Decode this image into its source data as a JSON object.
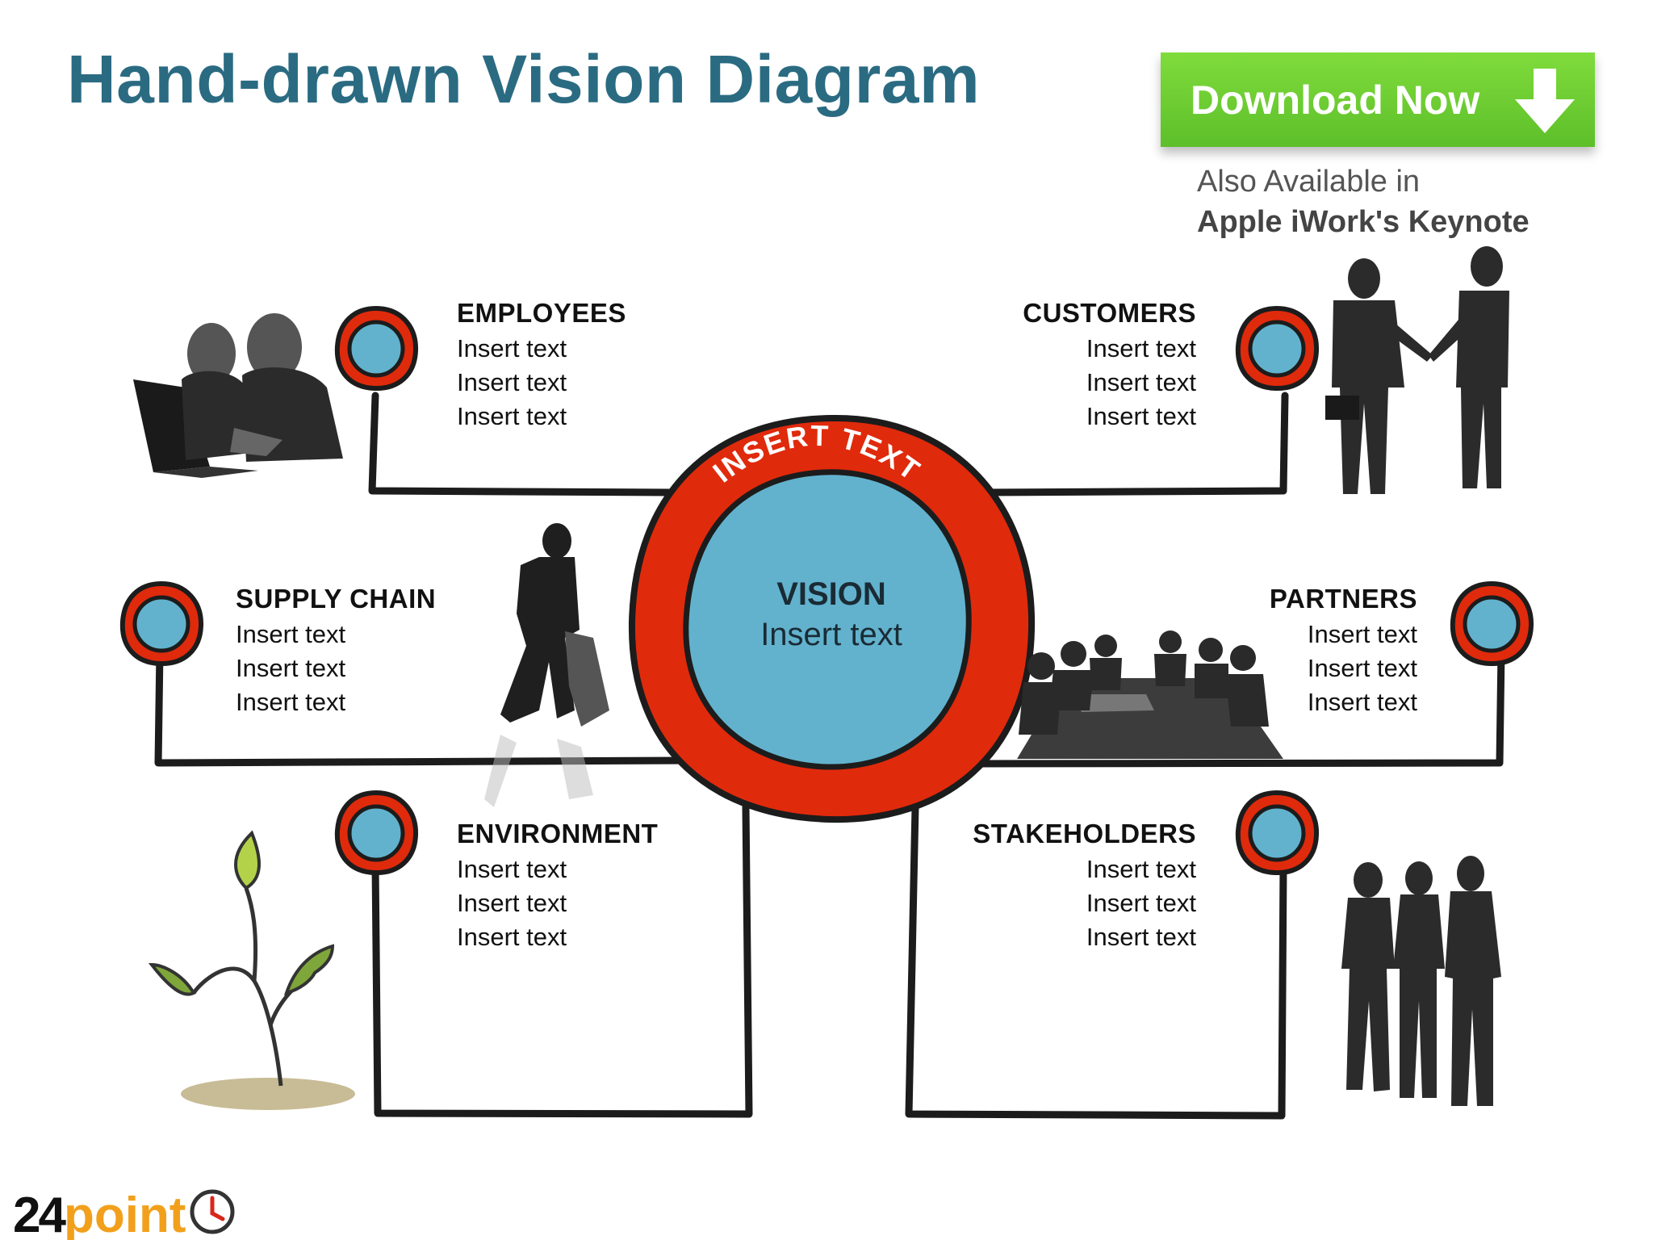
{
  "title": "Hand-drawn Vision Diagram",
  "download": {
    "label": "Download Now"
  },
  "availability": {
    "line1": "Also Available in",
    "line2": "Apple iWork's Keynote"
  },
  "center": {
    "ring_label": "INSERT TEXT",
    "heading": "VISION",
    "text": "Insert text"
  },
  "nodes": {
    "employees": {
      "heading": "EMPLOYEES",
      "lines": [
        "Insert text",
        "Insert text",
        "Insert text"
      ]
    },
    "customers": {
      "heading": "CUSTOMERS",
      "lines": [
        "Insert text",
        "Insert text",
        "Insert text"
      ]
    },
    "supply_chain": {
      "heading": "SUPPLY CHAIN",
      "lines": [
        "Insert text",
        "Insert text",
        "Insert text"
      ]
    },
    "partners": {
      "heading": "PARTNERS",
      "lines": [
        "Insert text",
        "Insert text",
        "Insert text"
      ]
    },
    "environment": {
      "heading": "ENVIRONMENT",
      "lines": [
        "Insert text",
        "Insert text",
        "Insert text"
      ]
    },
    "stakeholders": {
      "heading": "STAKEHOLDERS",
      "lines": [
        "Insert text",
        "Insert text",
        "Insert text"
      ]
    }
  },
  "logo": {
    "number": "24",
    "word": "point"
  },
  "colors": {
    "title": "#2a6b82",
    "ring": "#e02a0c",
    "fill": "#62b2cd",
    "button": "#6fd034",
    "line": "#1c1c1c",
    "logo_accent": "#f2a01c"
  },
  "icons": [
    "down-arrow-icon",
    "clock-icon",
    "women-laptop-icon",
    "handshake-icon",
    "worker-hand-truck-icon",
    "meeting-table-icon",
    "sprout-icon",
    "business-group-icon"
  ]
}
